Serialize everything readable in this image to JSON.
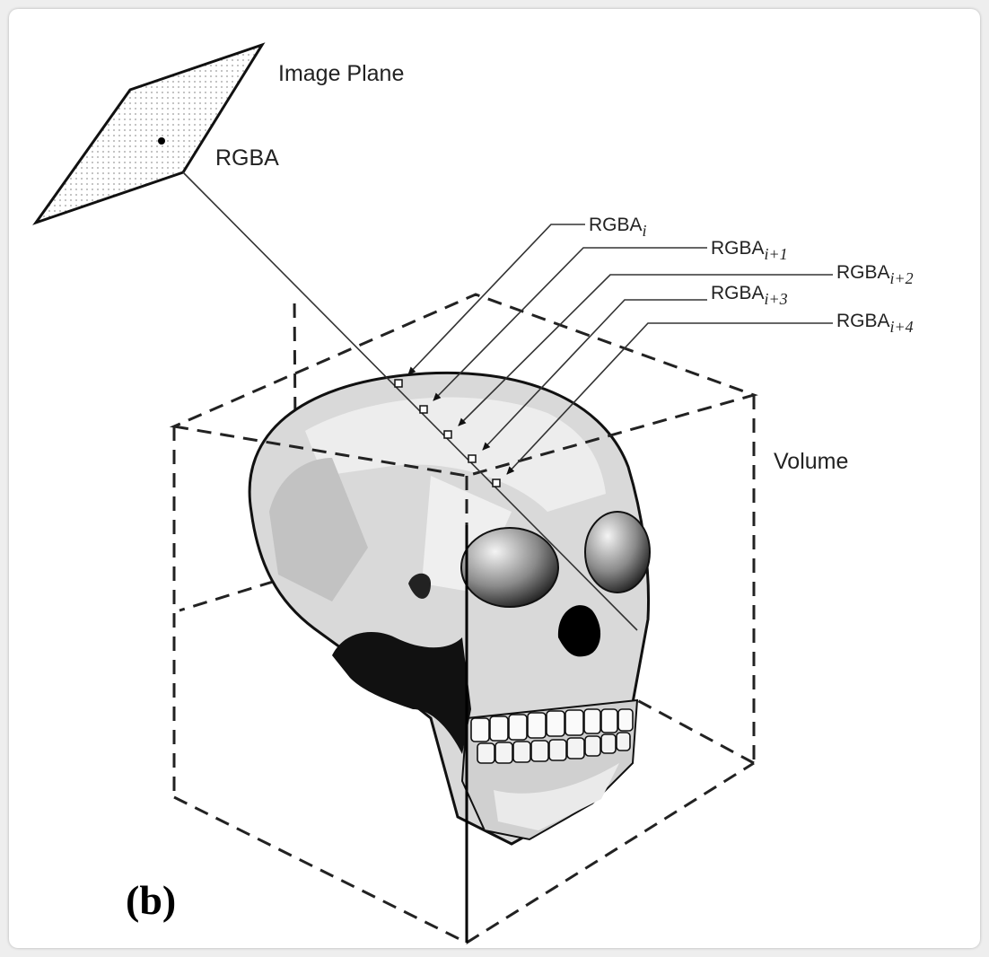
{
  "figure": {
    "panel_label": "(b)",
    "labels": {
      "image_plane": "Image Plane",
      "rgba": "RGBA",
      "volume": "Volume"
    },
    "samples": [
      {
        "base": "RGBA",
        "subscript": "i"
      },
      {
        "base": "RGBA",
        "subscript": "i+1"
      },
      {
        "base": "RGBA",
        "subscript": "i+2"
      },
      {
        "base": "RGBA",
        "subscript": "i+3"
      },
      {
        "base": "RGBA",
        "subscript": "i+4"
      }
    ]
  }
}
